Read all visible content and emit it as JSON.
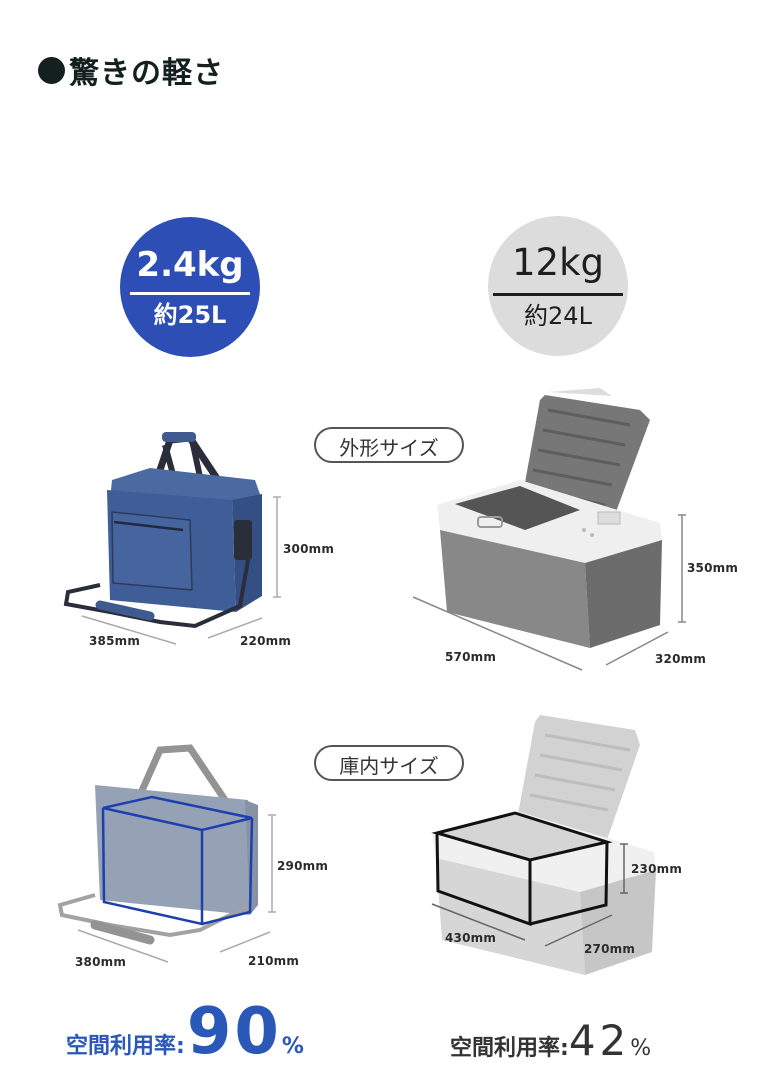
{
  "heading": {
    "bullet": "●",
    "title": "驚きの軽さ"
  },
  "products": {
    "bag": {
      "weight": "2.4kg",
      "volume": "約25L",
      "color": "#2d4fb5",
      "outer": {
        "width": "385mm",
        "depth": "220mm",
        "height": "300mm"
      },
      "inner": {
        "width": "380mm",
        "depth": "210mm",
        "height": "290mm"
      },
      "utilization": {
        "label": "空間利用率:",
        "value": "90",
        "unit": "%"
      }
    },
    "cooler": {
      "weight": "12kg",
      "volume": "約24L",
      "color": "#dcdcdc",
      "outer": {
        "width": "570mm",
        "depth": "320mm",
        "height": "350mm"
      },
      "inner": {
        "width": "430mm",
        "depth": "270mm",
        "height": "230mm"
      },
      "utilization": {
        "label": "空間利用率:",
        "value": "42",
        "unit": "%"
      }
    }
  },
  "labels": {
    "outer_size": "外形サイズ",
    "inner_size": "庫内サイズ"
  }
}
